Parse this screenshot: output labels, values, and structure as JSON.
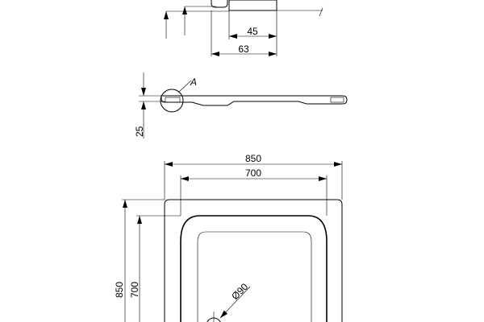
{
  "detail_view": {
    "dim_inner": "45",
    "dim_outer": "63"
  },
  "side_view": {
    "detail_label": "A",
    "dim_height": "25"
  },
  "plan_view": {
    "dim_width_outer": "850",
    "dim_width_inner": "700",
    "dim_depth_outer": "850",
    "dim_depth_inner": "700",
    "drain_diameter": "Ø90"
  }
}
